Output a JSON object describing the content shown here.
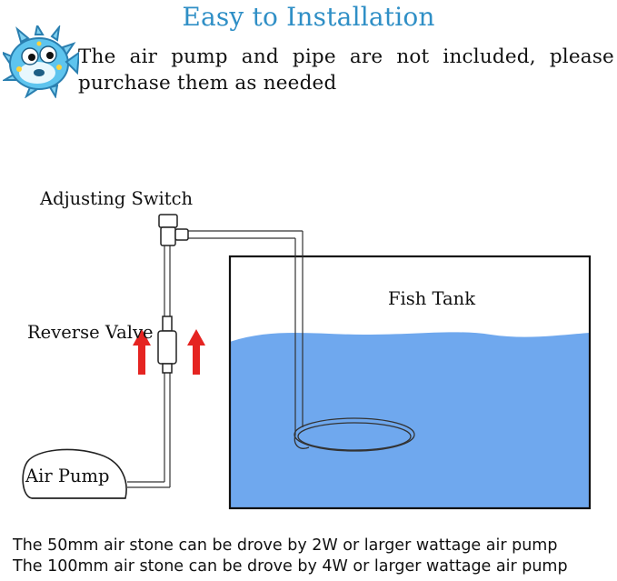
{
  "title": "Easy to Installation",
  "note": "The air pump and pipe are not included, please purchase them as needed",
  "labels": {
    "adjusting_switch": "Adjusting Switch",
    "reverse_valve": "Reverse Valve",
    "air_pump": "Air Pump",
    "fish_tank": "Fish Tank"
  },
  "footer": [
    "The 50mm air stone can be drove by 2W or larger wattage air pump",
    "The 100mm air stone can be drove by 4W or larger wattage air pump"
  ],
  "colors": {
    "title": "#2f8fc6",
    "water": "#6fa8ee",
    "arrow": "#e52421"
  },
  "icons": {
    "mascot": "pufferfish-icon"
  }
}
